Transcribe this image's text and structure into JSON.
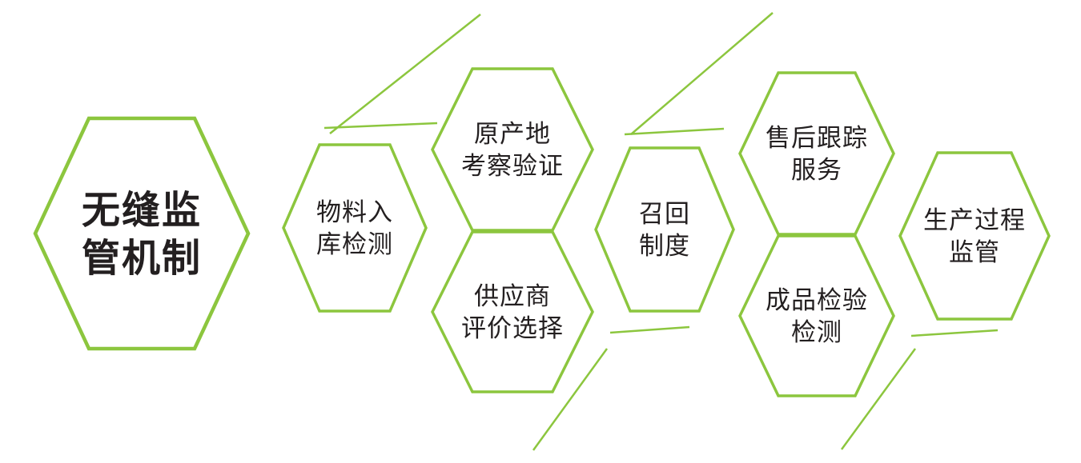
{
  "diagram": {
    "title": "无缝监管机制",
    "type": "hexagon-honeycomb-flow"
  },
  "colors": {
    "accent": "#8CC63E",
    "text": "#231F20"
  },
  "nodes": [
    {
      "id": "main",
      "label": "无缝监管机制",
      "lines": [
        "无缝监",
        "管机制"
      ]
    },
    {
      "id": "material-inspection",
      "label": "物料入库检测",
      "lines": [
        "物料入",
        "库检测"
      ]
    },
    {
      "id": "origin-verification",
      "label": "原产地考察验证",
      "lines": [
        "原产地",
        "考察验证"
      ]
    },
    {
      "id": "supplier-evaluation",
      "label": "供应商评价选择",
      "lines": [
        "供应商",
        "评价选择"
      ]
    },
    {
      "id": "recall-system",
      "label": "召回制度",
      "lines": [
        "召回",
        "制度"
      ]
    },
    {
      "id": "after-sales-tracking",
      "label": "售后跟踪服务",
      "lines": [
        "售后跟踪",
        "服务"
      ]
    },
    {
      "id": "finished-product-test",
      "label": "成品检验检测",
      "lines": [
        "成品检验",
        "检测"
      ]
    },
    {
      "id": "production-supervision",
      "label": "生产过程监管",
      "lines": [
        "生产过程",
        "监管"
      ]
    }
  ]
}
